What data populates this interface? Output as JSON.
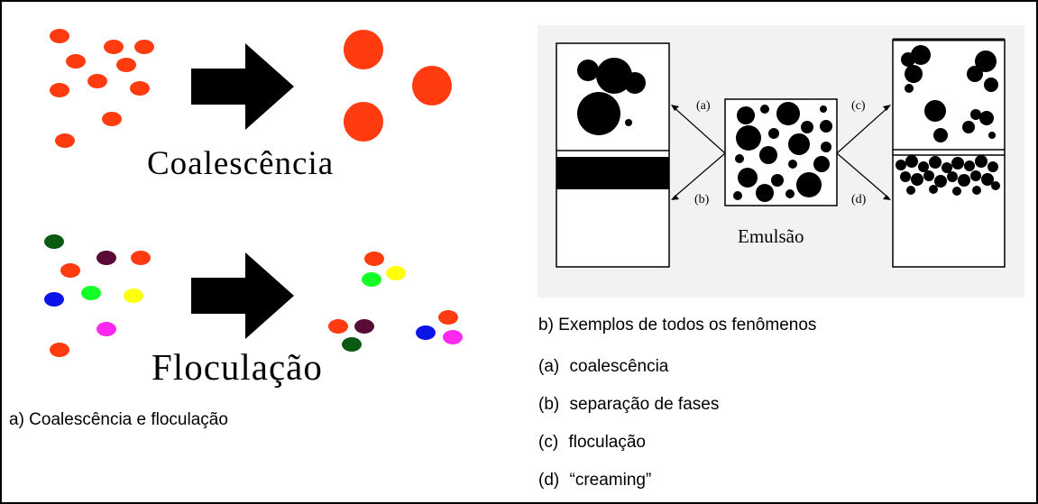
{
  "left_panel": {
    "top_label": "Coalescência",
    "bottom_label": "Floculação",
    "caption": "a) Coalescência e floculação",
    "colors": {
      "orange": "#ff3b0f",
      "dark_green": "#0a5a14",
      "purple": "#5a0a37",
      "blue": "#0a14e6",
      "green": "#14ff28",
      "yellow": "#ffff0a",
      "magenta": "#ff28f0",
      "arrow": "#000000"
    }
  },
  "right_panel": {
    "center_label": "Emulsão",
    "arrow_labels": {
      "a": "(a)",
      "b": "(b)",
      "c": "(c)",
      "d": "(d)"
    },
    "caption_title": "b) Exemplos de todos os fenômenos",
    "legend": [
      {
        "key": "(a)",
        "text": "coalescência"
      },
      {
        "key": "(b)",
        "text": "separação de fases"
      },
      {
        "key": "(c)",
        "text": "floculação"
      },
      {
        "key": "(d)",
        "text": "“creaming”"
      }
    ]
  }
}
